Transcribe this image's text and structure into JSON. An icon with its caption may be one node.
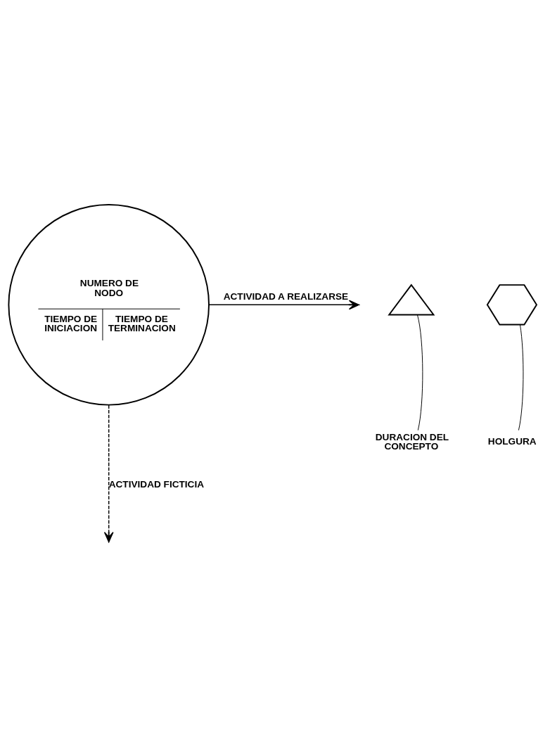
{
  "diagram": {
    "nodes": [
      {
        "text": [
          "NUMERO DE NODO",
          "TIEMPO DE INICIACION",
          "TIEMPO DE TERMINACION"
        ]
      },
      {
        "text": [],
        "shape": "triangle"
      },
      {
        "text": [
          "DURACION DEL CONCEPTO"
        ]
      },
      {
        "text": [],
        "shape": "hexagon"
      },
      {
        "text": [
          "HOLGURA"
        ]
      }
    ],
    "edges": [
      {
        "from": 0,
        "to": null,
        "arrow": "to",
        "label": "ACTIVIDAD A REALIZARSE"
      },
      {
        "from": 0,
        "to": null,
        "arrow": "to",
        "label": "ACTIVIDAD FICTICIA",
        "style": "dashed"
      },
      {
        "from": 2,
        "to": 1,
        "arrow": "none"
      },
      {
        "from": 4,
        "to": 3,
        "arrow": "none"
      }
    ]
  }
}
